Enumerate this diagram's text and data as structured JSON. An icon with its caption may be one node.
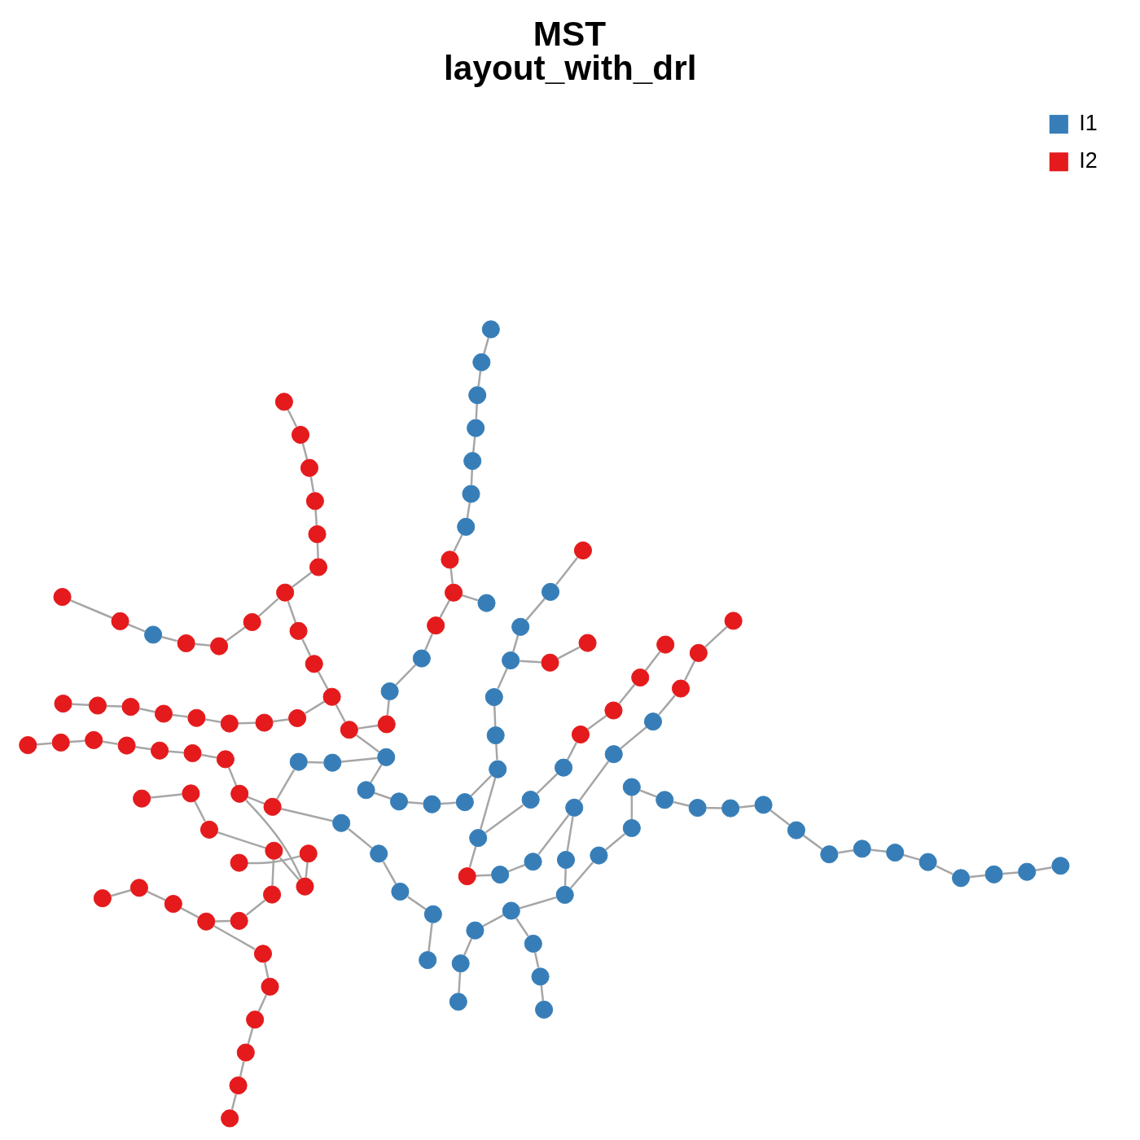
{
  "diagram": {
    "title": "MST layout_with_drl",
    "nodes": [
      {
        "text": [],
        "shape": "circle"
      },
      {
        "text": [],
        "shape": "circle"
      },
      {
        "text": [],
        "shape": "circle"
      },
      {
        "text": [],
        "shape": "circle"
      },
      {
        "text": [],
        "shape": "circle"
      },
      {
        "text": [],
        "shape": "circle"
      },
      {
        "text": [],
        "shape": "circle"
      },
      {
        "text": [],
        "shape": "circle"
      },
      {
        "text": [],
        "shape": "circle"
      },
      {
        "text": [],
        "shape": "circle"
      },
      {
        "text": [],
        "shape": "circle"
      },
      {
        "text": [],
        "shape": "circle"
      },
      {
        "text": [],
        "shape": "circle"
      },
      {
        "text": [],
        "shape": "circle"
      },
      {
        "text": [],
        "shape": "circle"
      },
      {
        "text": [],
        "shape": "circle"
      },
      {
        "text": [],
        "shape": "circle"
      },
      {
        "text": [],
        "shape": "circle"
      },
      {
        "text": [],
        "shape": "circle"
      },
      {
        "text": [],
        "shape": "circle"
      },
      {
        "text": [],
        "shape": "circle"
      },
      {
        "text": [],
        "shape": "circle"
      },
      {
        "text": [],
        "shape": "circle"
      },
      {
        "text": [],
        "shape": "circle"
      },
      {
        "text": [],
        "shape": "circle"
      },
      {
        "text": [],
        "shape": "circle"
      },
      {
        "text": [],
        "shape": "circle"
      },
      {
        "text": [],
        "shape": "circle"
      },
      {
        "text": [],
        "shape": "circle"
      },
      {
        "text": [],
        "shape": "circle"
      },
      {
        "text": [],
        "shape": "circle"
      },
      {
        "text": [],
        "shape": "circle"
      },
      {
        "text": [],
        "shape": "circle"
      },
      {
        "text": [],
        "shape": "circle"
      },
      {
        "text": [],
        "shape": "circle"
      },
      {
        "text": [],
        "shape": "circle"
      },
      {
        "text": [],
        "shape": "circle"
      },
      {
        "text": [],
        "shape": "circle"
      },
      {
        "text": [],
        "shape": "circle"
      },
      {
        "text": [],
        "shape": "circle"
      },
      {
        "text": [],
        "shape": "circle"
      },
      {
        "text": [],
        "shape": "circle"
      },
      {
        "text": [],
        "shape": "circle"
      },
      {
        "text": [],
        "shape": "circle"
      },
      {
        "text": [],
        "shape": "circle"
      },
      {
        "text": [],
        "shape": "circle"
      },
      {
        "text": [],
        "shape": "circle"
      },
      {
        "text": [],
        "shape": "circle"
      },
      {
        "text": [],
        "shape": "circle"
      },
      {
        "text": [],
        "shape": "circle"
      },
      {
        "text": [],
        "shape": "circle"
      },
      {
        "text": [],
        "shape": "circle"
      },
      {
        "text": [],
        "shape": "circle"
      },
      {
        "text": [],
        "shape": "circle"
      },
      {
        "text": [],
        "shape": "circle"
      },
      {
        "text": [],
        "shape": "circle"
      },
      {
        "text": [],
        "shape": "circle"
      },
      {
        "text": [],
        "shape": "circle"
      },
      {
        "text": [],
        "shape": "circle"
      },
      {
        "text": [],
        "shape": "circle"
      },
      {
        "text": [],
        "shape": "circle"
      },
      {
        "text": [],
        "shape": "circle"
      },
      {
        "text": [],
        "shape": "circle"
      },
      {
        "text": [],
        "shape": "circle"
      },
      {
        "text": [],
        "shape": "circle"
      },
      {
        "text": [],
        "shape": "circle"
      },
      {
        "text": [],
        "shape": "circle"
      },
      {
        "text": [],
        "shape": "circle"
      },
      {
        "text": [],
        "shape": "circle"
      },
      {
        "text": [],
        "shape": "circle"
      },
      {
        "text": [],
        "shape": "circle"
      },
      {
        "text": [],
        "shape": "circle"
      },
      {
        "text": [],
        "shape": "circle"
      },
      {
        "text": [],
        "shape": "circle"
      },
      {
        "text": [],
        "shape": "circle"
      },
      {
        "text": [],
        "shape": "circle"
      },
      {
        "text": [],
        "shape": "circle"
      },
      {
        "text": [],
        "shape": "circle"
      },
      {
        "text": [],
        "shape": "circle"
      },
      {
        "text": [],
        "shape": "circle"
      },
      {
        "text": [],
        "shape": "circle"
      },
      {
        "text": [],
        "shape": "circle"
      },
      {
        "text": [],
        "shape": "circle"
      },
      {
        "text": [],
        "shape": "circle"
      },
      {
        "text": [],
        "shape": "circle"
      },
      {
        "text": [],
        "shape": "circle"
      },
      {
        "text": [],
        "shape": "circle"
      },
      {
        "text": [],
        "shape": "circle"
      },
      {
        "text": [],
        "shape": "circle"
      },
      {
        "text": [],
        "shape": "circle"
      },
      {
        "text": [],
        "shape": "circle"
      },
      {
        "text": [],
        "shape": "circle"
      },
      {
        "text": [],
        "shape": "circle"
      },
      {
        "text": [],
        "shape": "circle"
      },
      {
        "text": [],
        "shape": "circle"
      },
      {
        "text": [],
        "shape": "circle"
      },
      {
        "text": [],
        "shape": "circle"
      },
      {
        "text": [],
        "shape": "circle"
      },
      {
        "text": [],
        "shape": "circle"
      },
      {
        "text": [],
        "shape": "circle"
      },
      {
        "text": [],
        "shape": "circle"
      },
      {
        "text": [],
        "shape": "circle"
      },
      {
        "text": [],
        "shape": "circle"
      },
      {
        "text": [],
        "shape": "circle"
      },
      {
        "text": [],
        "shape": "circle"
      },
      {
        "text": [],
        "shape": "circle"
      },
      {
        "text": [],
        "shape": "circle"
      },
      {
        "text": [],
        "shape": "circle"
      },
      {
        "text": [],
        "shape": "circle"
      },
      {
        "text": [],
        "shape": "circle"
      },
      {
        "text": [],
        "shape": "circle"
      },
      {
        "text": [],
        "shape": "circle"
      },
      {
        "text": [],
        "shape": "circle"
      },
      {
        "text": [],
        "shape": "circle"
      },
      {
        "text": [],
        "shape": "circle"
      },
      {
        "text": [],
        "shape": "circle"
      },
      {
        "text": [],
        "shape": "circle"
      },
      {
        "text": [],
        "shape": "circle"
      },
      {
        "text": [],
        "shape": "circle"
      },
      {
        "text": [],
        "shape": "circle"
      },
      {
        "text": [],
        "shape": "circle"
      },
      {
        "text": [],
        "shape": "circle"
      },
      {
        "text": [],
        "shape": "circle"
      },
      {
        "text": [],
        "shape": "circle"
      },
      {
        "text": [],
        "shape": "circle"
      },
      {
        "text": [],
        "shape": "circle"
      },
      {
        "text": [],
        "shape": "circle"
      },
      {
        "text": [],
        "shape": "circle"
      },
      {
        "text": [],
        "shape": "circle"
      }
    ],
    "edges": [
      {
        "from": 0,
        "to": 1,
        "arrow": "none"
      },
      {
        "from": 1,
        "to": 2,
        "arrow": "none"
      },
      {
        "from": 2,
        "to": 6,
        "arrow": "none"
      },
      {
        "from": 3,
        "to": 4,
        "arrow": "none"
      },
      {
        "from": 4,
        "to": 5,
        "arrow": "none"
      },
      {
        "from": 5,
        "to": 6,
        "arrow": "none"
      },
      {
        "from": 6,
        "to": 7,
        "arrow": "none"
      },
      {
        "from": 7,
        "to": 8,
        "arrow": "none"
      },
      {
        "from": 8,
        "to": 9,
        "arrow": "none"
      },
      {
        "from": 9,
        "to": 10,
        "arrow": "none"
      },
      {
        "from": 10,
        "to": 11,
        "arrow": "none"
      },
      {
        "from": 11,
        "to": 12,
        "arrow": "none"
      },
      {
        "from": 12,
        "to": 13,
        "arrow": "none"
      },
      {
        "from": 13,
        "to": 14,
        "arrow": "none"
      },
      {
        "from": 14,
        "to": 15,
        "arrow": "none"
      },
      {
        "from": 15,
        "to": 16,
        "arrow": "none"
      },
      {
        "from": 16,
        "to": 17,
        "arrow": "none"
      },
      {
        "from": 17,
        "to": 18,
        "arrow": "none"
      },
      {
        "from": 18,
        "to": 19,
        "arrow": "none"
      },
      {
        "from": 19,
        "to": 20,
        "arrow": "none"
      },
      {
        "from": 20,
        "to": 21,
        "arrow": "none"
      },
      {
        "from": 21,
        "to": 22,
        "arrow": "none"
      },
      {
        "from": 22,
        "to": 23,
        "arrow": "none"
      },
      {
        "from": 7,
        "to": 24,
        "arrow": "none"
      },
      {
        "from": 24,
        "to": 25,
        "arrow": "none"
      },
      {
        "from": 25,
        "to": 26,
        "arrow": "none"
      },
      {
        "from": 26,
        "to": 27,
        "arrow": "none"
      },
      {
        "from": 27,
        "to": 28,
        "arrow": "none"
      },
      {
        "from": 28,
        "to": 29,
        "arrow": "none"
      },
      {
        "from": 29,
        "to": 30,
        "arrow": "none"
      },
      {
        "from": 25,
        "to": 31,
        "arrow": "none"
      },
      {
        "from": 31,
        "to": 32,
        "arrow": "none"
      },
      {
        "from": 32,
        "to": 33,
        "arrow": "none"
      },
      {
        "from": 33,
        "to": 34,
        "arrow": "none"
      },
      {
        "from": 34,
        "to": 35,
        "arrow": "none"
      },
      {
        "from": 35,
        "to": 36,
        "arrow": "none"
      },
      {
        "from": 36,
        "to": 37,
        "arrow": "none"
      },
      {
        "from": 37,
        "to": 38,
        "arrow": "none"
      },
      {
        "from": 38,
        "to": 39,
        "arrow": "none"
      },
      {
        "from": 39,
        "to": 40,
        "arrow": "none"
      },
      {
        "from": 34,
        "to": 41,
        "arrow": "none"
      },
      {
        "from": 41,
        "to": 42,
        "arrow": "none"
      },
      {
        "from": 42,
        "to": 43,
        "arrow": "none"
      },
      {
        "from": 43,
        "to": 44,
        "arrow": "none"
      },
      {
        "from": 44,
        "to": 48,
        "arrow": "none"
      },
      {
        "from": 48,
        "to": 49,
        "arrow": "none"
      },
      {
        "from": 49,
        "to": 47,
        "arrow": "none"
      },
      {
        "from": 44,
        "to": 45,
        "arrow": "none"
      },
      {
        "from": 45,
        "to": 46,
        "arrow": "none"
      },
      {
        "from": 41,
        "to": 50,
        "arrow": "none"
      },
      {
        "from": 50,
        "to": 51,
        "arrow": "none"
      },
      {
        "from": 51,
        "to": 52,
        "arrow": "none"
      },
      {
        "from": 52,
        "to": 53,
        "arrow": "none"
      },
      {
        "from": 53,
        "to": 54,
        "arrow": "none"
      },
      {
        "from": 54,
        "to": 55,
        "arrow": "none"
      },
      {
        "from": 55,
        "to": 56,
        "arrow": "none"
      },
      {
        "from": 54,
        "to": 57,
        "arrow": "none"
      },
      {
        "from": 58,
        "to": 55,
        "arrow": "none"
      },
      {
        "from": 56,
        "to": 59,
        "arrow": "none"
      },
      {
        "from": 59,
        "to": 60,
        "arrow": "none"
      },
      {
        "from": 60,
        "to": 61,
        "arrow": "none"
      },
      {
        "from": 61,
        "to": 62,
        "arrow": "none"
      },
      {
        "from": 62,
        "to": 64,
        "arrow": "none"
      },
      {
        "from": 62,
        "to": 63,
        "arrow": "none"
      },
      {
        "from": 63,
        "to": 65,
        "arrow": "none"
      },
      {
        "from": 65,
        "to": 66,
        "arrow": "none"
      },
      {
        "from": 66,
        "to": 67,
        "arrow": "none"
      },
      {
        "from": 67,
        "to": 68,
        "arrow": "none"
      },
      {
        "from": 68,
        "to": 69,
        "arrow": "none"
      },
      {
        "from": 69,
        "to": 70,
        "arrow": "none"
      },
      {
        "from": 70,
        "to": 71,
        "arrow": "none"
      },
      {
        "from": 58,
        "to": 72,
        "arrow": "none"
      },
      {
        "from": 72,
        "to": 73,
        "arrow": "none"
      },
      {
        "from": 73,
        "to": 74,
        "arrow": "none"
      },
      {
        "from": 74,
        "to": 75,
        "arrow": "none"
      },
      {
        "from": 75,
        "to": 76,
        "arrow": "none"
      },
      {
        "from": 76,
        "to": 77,
        "arrow": "none"
      },
      {
        "from": 77,
        "to": 78,
        "arrow": "none"
      },
      {
        "from": 78,
        "to": 79,
        "arrow": "none"
      },
      {
        "from": 58,
        "to": 80,
        "arrow": "none"
      },
      {
        "from": 80,
        "to": 81,
        "arrow": "none"
      },
      {
        "from": 81,
        "to": 82,
        "arrow": "none"
      },
      {
        "from": 82,
        "to": 83,
        "arrow": "none"
      },
      {
        "from": 83,
        "to": 84,
        "arrow": "none"
      },
      {
        "from": 84,
        "to": 85,
        "arrow": "none"
      },
      {
        "from": 85,
        "to": 86,
        "arrow": "none"
      },
      {
        "from": 86,
        "to": 87,
        "arrow": "none"
      },
      {
        "from": 87,
        "to": 88,
        "arrow": "none"
      },
      {
        "from": 82,
        "to": 89,
        "arrow": "none"
      },
      {
        "from": 89,
        "to": 90,
        "arrow": "none"
      },
      {
        "from": 90,
        "to": 91,
        "arrow": "none"
      },
      {
        "from": 91,
        "to": 92,
        "arrow": "none"
      },
      {
        "from": 92,
        "to": 93,
        "arrow": "none"
      },
      {
        "from": 93,
        "to": 94,
        "arrow": "none"
      },
      {
        "from": 57,
        "to": 95,
        "arrow": "none"
      },
      {
        "from": 95,
        "to": 96,
        "arrow": "none"
      },
      {
        "from": 96,
        "to": 97,
        "arrow": "none"
      },
      {
        "from": 97,
        "to": 98,
        "arrow": "none"
      },
      {
        "from": 98,
        "to": 99,
        "arrow": "none"
      },
      {
        "from": 99,
        "to": 100,
        "arrow": "none"
      },
      {
        "from": 100,
        "to": 101,
        "arrow": "none"
      },
      {
        "from": 96,
        "to": 102,
        "arrow": "none"
      },
      {
        "from": 102,
        "to": 103,
        "arrow": "none"
      },
      {
        "from": 103,
        "to": 104,
        "arrow": "none"
      },
      {
        "from": 104,
        "to": 105,
        "arrow": "none"
      },
      {
        "from": 105,
        "to": 106,
        "arrow": "none"
      },
      {
        "from": 106,
        "to": 107,
        "arrow": "none"
      },
      {
        "from": 107,
        "to": 108,
        "arrow": "none"
      },
      {
        "from": 108,
        "to": 109,
        "arrow": "none"
      },
      {
        "from": 102,
        "to": 110,
        "arrow": "none"
      },
      {
        "from": 110,
        "to": 111,
        "arrow": "none"
      },
      {
        "from": 111,
        "to": 112,
        "arrow": "none"
      },
      {
        "from": 110,
        "to": 113,
        "arrow": "none"
      },
      {
        "from": 113,
        "to": 114,
        "arrow": "none"
      },
      {
        "from": 114,
        "to": 115,
        "arrow": "none"
      },
      {
        "from": 115,
        "to": 116,
        "arrow": "none"
      },
      {
        "from": 113,
        "to": 117,
        "arrow": "none"
      },
      {
        "from": 117,
        "to": 118,
        "arrow": "none"
      },
      {
        "from": 118,
        "to": 119,
        "arrow": "none"
      },
      {
        "from": 119,
        "to": 120,
        "arrow": "none"
      },
      {
        "from": 120,
        "to": 121,
        "arrow": "none"
      },
      {
        "from": 121,
        "to": 122,
        "arrow": "none"
      },
      {
        "from": 119,
        "to": 123,
        "arrow": "none"
      },
      {
        "from": 123,
        "to": 124,
        "arrow": "none"
      },
      {
        "from": 124,
        "to": 125,
        "arrow": "none"
      },
      {
        "from": 125,
        "to": 126,
        "arrow": "none"
      },
      {
        "from": 126,
        "to": 127,
        "arrow": "none"
      },
      {
        "from": 127,
        "to": 128,
        "arrow": "none"
      }
    ],
    "legend": [
      {
        "text": "I1",
        "color": "#377eb8"
      },
      {
        "text": "I2",
        "color": "#e41a1c"
      }
    ]
  }
}
